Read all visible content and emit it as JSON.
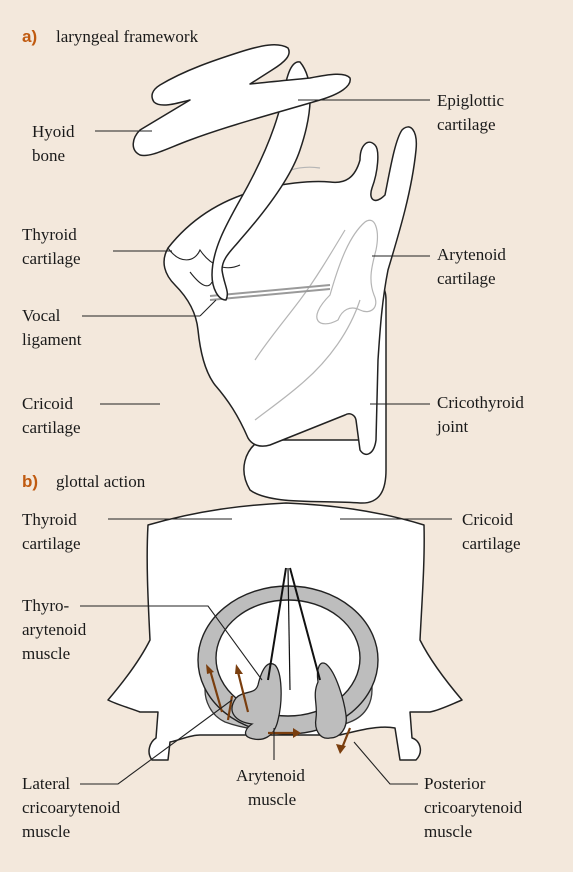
{
  "panel_a": {
    "letter": "a)",
    "title": "laryngeal framework",
    "labels": {
      "hyoid_line1": "Hyoid",
      "hyoid_line2": "bone",
      "epiglottic_line1": "Epiglottic",
      "epiglottic_line2": "cartilage",
      "thyroid_line1": "Thyroid",
      "thyroid_line2": "cartilage",
      "arytenoid_line1": "Arytenoid",
      "arytenoid_line2": "cartilage",
      "vocal_line1": "Vocal",
      "vocal_line2": "ligament",
      "cricoid_line1": "Cricoid",
      "cricoid_line2": "cartilage",
      "cricothyroid_line1": "Cricothyroid",
      "cricothyroid_line2": "joint"
    }
  },
  "panel_b": {
    "letter": "b)",
    "title": "glottal action",
    "labels": {
      "thyroid_line1": "Thyroid",
      "thyroid_line2": "cartilage",
      "cricoid_line1": "Cricoid",
      "cricoid_line2": "cartilage",
      "thyro_line1": "Thyro-",
      "thyro_line2": "arytenoid",
      "thyro_line3": "muscle",
      "lateral_line1": "Lateral",
      "lateral_line2": "cricoarytenoid",
      "lateral_line3": "muscle",
      "arytenoid_line1": "Arytenoid",
      "arytenoid_line2": "muscle",
      "posterior_line1": "Posterior",
      "posterior_line2": "cricoarytenoid",
      "posterior_line3": "muscle"
    }
  },
  "colors": {
    "background": "#f3e8dc",
    "panel_letter": "#c05a10",
    "arrow": "#7a3e0e",
    "muscle": "#bdbdbd"
  }
}
